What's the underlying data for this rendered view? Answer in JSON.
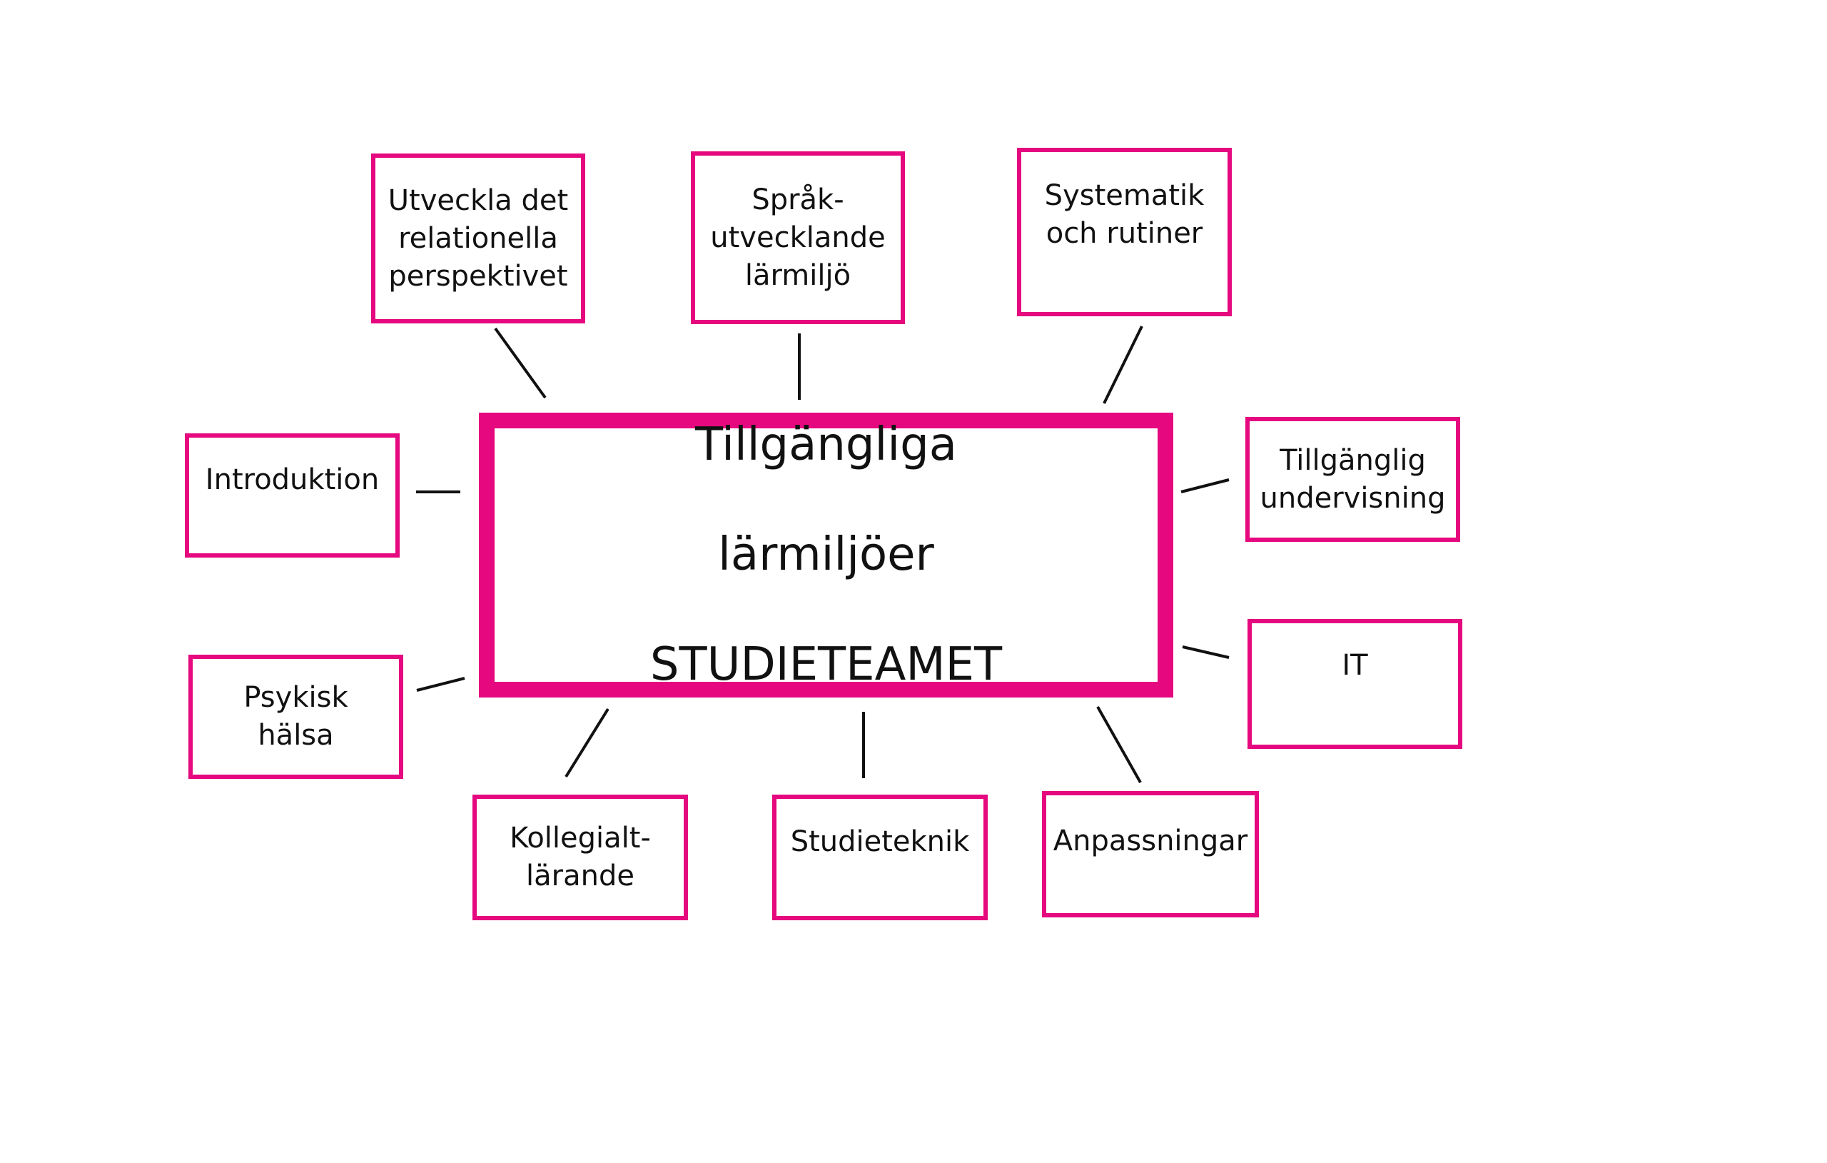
{
  "center": {
    "line1": "Tillgängliga",
    "line2": "lärmiljöer",
    "line3": "STUDIETEAMET"
  },
  "nodes": {
    "utveckla": "Utveckla det\nrelationella\nperspektivet",
    "sprak": "Språk-\nutvecklande\nlärmiljö",
    "systematik": "Systematik\noch rutiner",
    "introduktion": "Introduktion",
    "tillganglig": "Tillgänglig\nundervisning",
    "it": "IT",
    "psykisk": "Psykisk\nhälsa",
    "kollegialt": "Kollegialt-\nlärande",
    "studieteknik": "Studieteknik",
    "anpassningar": "Anpassningar"
  },
  "colors": {
    "accent": "#e5087f",
    "line": "#111111"
  }
}
